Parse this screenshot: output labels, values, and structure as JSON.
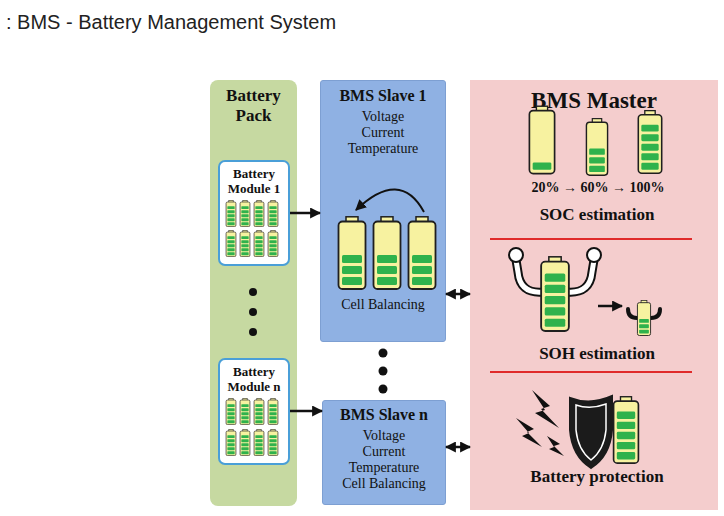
{
  "diagram": {
    "title": ": BMS - Battery Management System",
    "nodes": [
      {
        "text": [
          "Battery Pack"
        ]
      },
      {
        "text": [
          "Battery Module 1"
        ],
        "in": 0
      },
      {
        "text": [
          "Battery Module n"
        ],
        "in": 0
      },
      {
        "text": [
          "BMS Slave 1",
          "Voltage Current Temperature",
          "Cell Balancing"
        ]
      },
      {
        "text": [
          "BMS Slave n",
          "Voltage Current Temperature Cell Balancing"
        ]
      },
      {
        "text": [
          "BMS Master"
        ]
      }
    ],
    "edges": [
      {
        "from": 1,
        "to": 3,
        "arrow": "to"
      },
      {
        "from": 2,
        "to": 4,
        "arrow": "to"
      },
      {
        "from": 3,
        "to": 5,
        "arrow": "both"
      },
      {
        "from": 4,
        "to": 5,
        "arrow": "both"
      }
    ],
    "labels": [
      "20% → 60% → 100%",
      "SOC estimation",
      "SOH estimation",
      "Battery protection"
    ]
  }
}
